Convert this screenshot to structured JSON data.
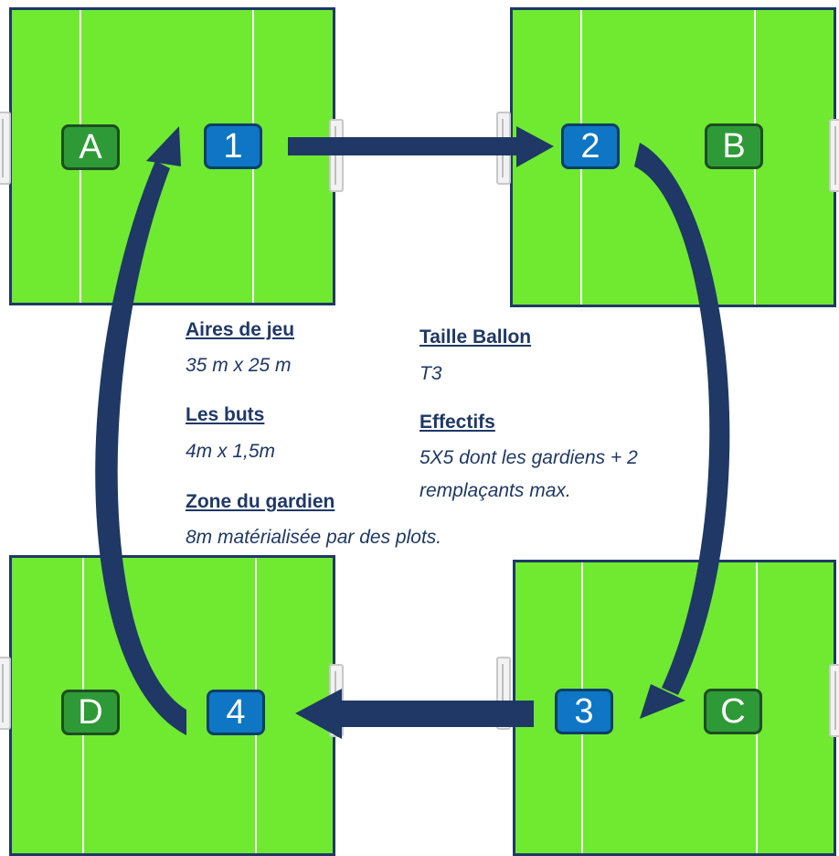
{
  "fields": [
    {
      "team_label": "A",
      "rotation_label": "1"
    },
    {
      "team_label": "B",
      "rotation_label": "2"
    },
    {
      "team_label": "C",
      "rotation_label": "3"
    },
    {
      "team_label": "D",
      "rotation_label": "4"
    }
  ],
  "info": {
    "aires_title": "Aires de jeu",
    "aires_value": "35 m x 25 m",
    "buts_title": "Les buts",
    "buts_value": "4m x 1,5m",
    "zone_title": "Zone du gardien",
    "zone_value": "8m matérialisée par des plots.",
    "ballon_title": "Taille Ballon",
    "ballon_value": "T3",
    "effectifs_title": "Effectifs",
    "effectifs_line1": "5X5 dont les gardiens + 2",
    "effectifs_line2": "remplaçants max."
  },
  "colors": {
    "pitch": "#6fea30",
    "pitch_border": "#1f3866",
    "team_badge": "#2e9a37",
    "rotation_badge": "#0e76c4",
    "arrow": "#1f3866"
  }
}
